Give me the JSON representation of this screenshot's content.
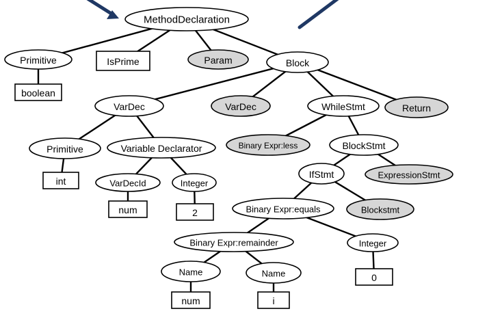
{
  "nodes": {
    "method_decl": {
      "label": "MethodDeclaration",
      "shape": "ellipse",
      "fill": "#ffffff"
    },
    "primitive_ret": {
      "label": "Primitive",
      "shape": "ellipse",
      "fill": "#ffffff"
    },
    "boolean": {
      "label": "boolean",
      "shape": "rect",
      "border": "#000000"
    },
    "isprime": {
      "label": "IsPrime",
      "shape": "rect",
      "border": "#000000"
    },
    "param": {
      "label": "Param",
      "shape": "ellipse",
      "fill": "#d6d6d6"
    },
    "block": {
      "label": "Block",
      "shape": "ellipse",
      "fill": "#ffffff"
    },
    "vardec1": {
      "label": "VarDec",
      "shape": "ellipse",
      "fill": "#ffffff"
    },
    "vardec2": {
      "label": "VarDec",
      "shape": "ellipse",
      "fill": "#d6d6d6"
    },
    "whilestmt": {
      "label": "WhileStmt",
      "shape": "ellipse",
      "fill": "#ffffff"
    },
    "return": {
      "label": "Return",
      "shape": "ellipse",
      "fill": "#d6d6d6"
    },
    "primitive_var": {
      "label": "Primitive",
      "shape": "ellipse",
      "fill": "#ffffff"
    },
    "var_declarator": {
      "label": "Variable Declarator",
      "shape": "ellipse",
      "fill": "#ffffff"
    },
    "binexpr_less": {
      "label": "Binary Expr:less",
      "shape": "ellipse",
      "fill": "#d6d6d6"
    },
    "blockstmt": {
      "label": "BlockStmt",
      "shape": "ellipse",
      "fill": "#ffffff"
    },
    "int": {
      "label": "int",
      "shape": "rect",
      "border": "#d9262a"
    },
    "vardecid": {
      "label": "VarDecId",
      "shape": "ellipse",
      "fill": "#ffffff"
    },
    "integer1": {
      "label": "Integer",
      "shape": "ellipse",
      "fill": "#ffffff"
    },
    "ifstmt": {
      "label": "IfStmt",
      "shape": "ellipse",
      "fill": "#ffffff"
    },
    "expressionstmt": {
      "label": "ExpressionStmt",
      "shape": "ellipse",
      "fill": "#d6d6d6"
    },
    "num1": {
      "label": "num",
      "shape": "rect",
      "border": "#d9262a"
    },
    "two": {
      "label": "2",
      "shape": "rect",
      "border": "#000000"
    },
    "binexpr_equals": {
      "label": "Binary Expr:equals",
      "shape": "ellipse",
      "fill": "#ffffff"
    },
    "blockstmt2": {
      "label": "Blockstmt",
      "shape": "ellipse",
      "fill": "#d6d6d6"
    },
    "binexpr_rem": {
      "label": "Binary Expr:remainder",
      "shape": "ellipse",
      "fill": "#ffffff"
    },
    "integer2": {
      "label": "Integer",
      "shape": "ellipse",
      "fill": "#ffffff"
    },
    "name1": {
      "label": "Name",
      "shape": "ellipse",
      "fill": "#ffffff"
    },
    "name2": {
      "label": "Name",
      "shape": "ellipse",
      "fill": "#ffffff"
    },
    "zero": {
      "label": "0",
      "shape": "rect",
      "border": "#000000"
    },
    "num2": {
      "label": "num",
      "shape": "rect",
      "border": "#000000"
    },
    "i": {
      "label": "i",
      "shape": "rect",
      "border": "#000000"
    }
  },
  "edges": [
    [
      "method_decl",
      "primitive_ret"
    ],
    [
      "method_decl",
      "isprime"
    ],
    [
      "method_decl",
      "param"
    ],
    [
      "method_decl",
      "block"
    ],
    [
      "primitive_ret",
      "boolean"
    ],
    [
      "block",
      "vardec1"
    ],
    [
      "block",
      "vardec2"
    ],
    [
      "block",
      "whilestmt"
    ],
    [
      "block",
      "return"
    ],
    [
      "vardec1",
      "primitive_var"
    ],
    [
      "vardec1",
      "var_declarator"
    ],
    [
      "primitive_var",
      "int"
    ],
    [
      "var_declarator",
      "vardecid"
    ],
    [
      "var_declarator",
      "integer1"
    ],
    [
      "vardecid",
      "num1"
    ],
    [
      "integer1",
      "two"
    ],
    [
      "whilestmt",
      "binexpr_less"
    ],
    [
      "whilestmt",
      "blockstmt"
    ],
    [
      "blockstmt",
      "ifstmt"
    ],
    [
      "blockstmt",
      "expressionstmt"
    ],
    [
      "ifstmt",
      "binexpr_equals"
    ],
    [
      "ifstmt",
      "blockstmt2"
    ],
    [
      "binexpr_equals",
      "binexpr_rem"
    ],
    [
      "binexpr_equals",
      "integer2"
    ],
    [
      "binexpr_rem",
      "name1"
    ],
    [
      "binexpr_rem",
      "name2"
    ],
    [
      "name1",
      "num2"
    ],
    [
      "name2",
      "i"
    ],
    [
      "integer2",
      "zero"
    ]
  ],
  "colors": {
    "line": "#000000",
    "arrow": "#1f3864",
    "highlight": "#d9262a",
    "shaded": "#d6d6d6"
  }
}
